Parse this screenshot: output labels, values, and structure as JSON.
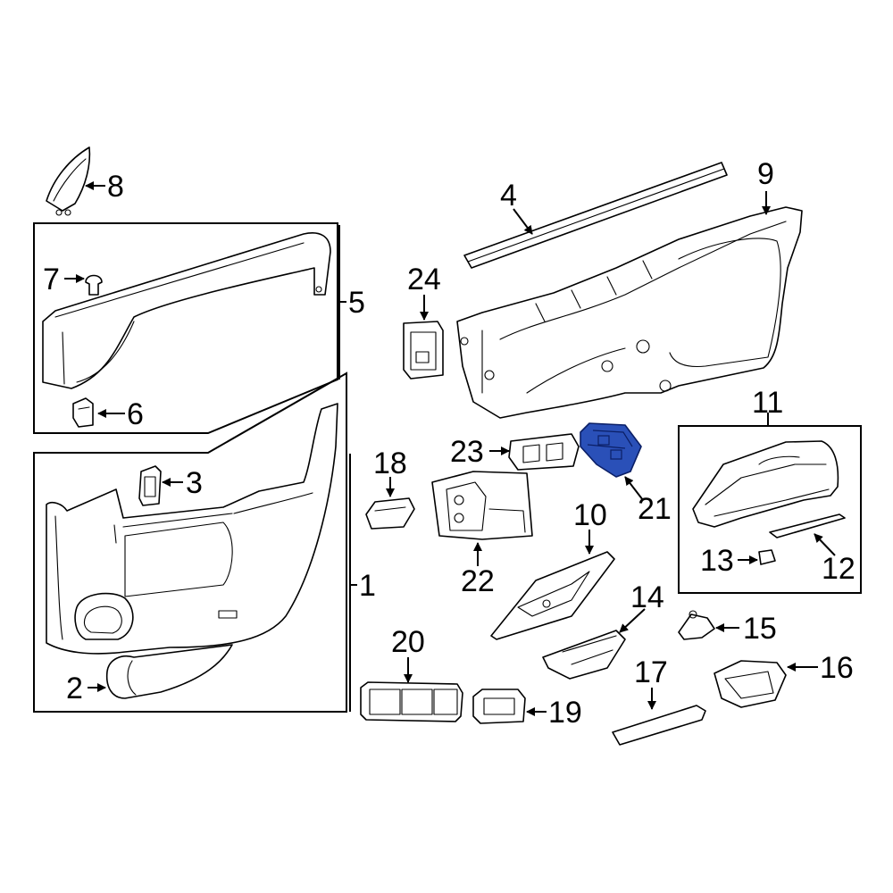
{
  "diagram": {
    "highlight_color": "#2a50b8",
    "highlighted_part": "21",
    "callouts": {
      "c1": "1",
      "c2": "2",
      "c3": "3",
      "c4": "4",
      "c5": "5",
      "c6": "6",
      "c7": "7",
      "c8": "8",
      "c9": "9",
      "c10": "10",
      "c11": "11",
      "c12": "12",
      "c13": "13",
      "c14": "14",
      "c15": "15",
      "c16": "16",
      "c17": "17",
      "c18": "18",
      "c19": "19",
      "c20": "20",
      "c21": "21",
      "c22": "22",
      "c23": "23",
      "c24": "24"
    }
  }
}
